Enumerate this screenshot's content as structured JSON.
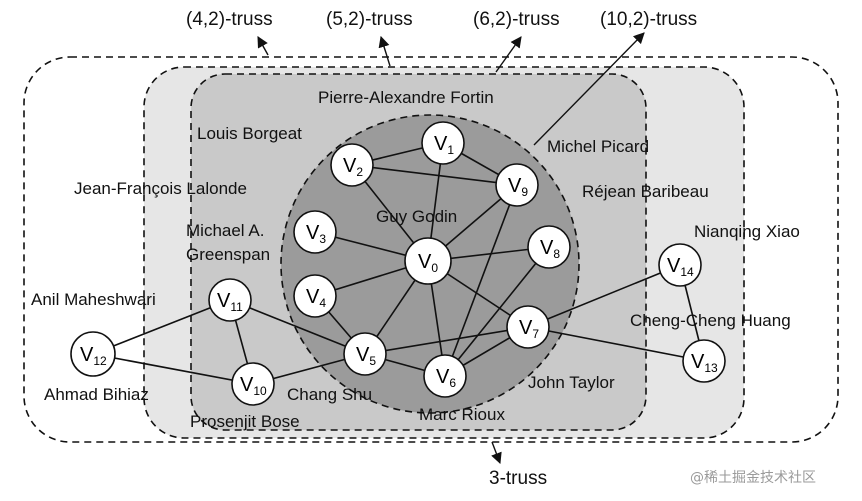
{
  "truss_labels": {
    "t4": "(4,2)-truss",
    "t5": "(5,2)-truss",
    "t6": "(6,2)-truss",
    "t10": "(10,2)-truss",
    "t3": "3-truss"
  },
  "vertices": {
    "v0": "0",
    "v1": "1",
    "v2": "2",
    "v3": "3",
    "v4": "4",
    "v5": "5",
    "v6": "6",
    "v7": "7",
    "v8": "8",
    "v9": "9",
    "v10": "10",
    "v11": "11",
    "v12": "12",
    "v13": "13",
    "v14": "14"
  },
  "vertex_prefix": "V",
  "names": {
    "pierre": "Pierre-Alexandre Fortin",
    "louis": "Louis Borgeat",
    "michel": "Michel  Picard",
    "jean": "Jean-François Lalonde",
    "rejean": "Réjean Baribeau",
    "guy": "Guy Godin",
    "michael1": "Michael A.",
    "michael2": "Greenspan",
    "nianqing": "Nianqing Xiao",
    "anil": "Anil Maheshwari",
    "cheng": "Cheng-Cheng Huang",
    "ahmad": "Ahmad  Bihiaz",
    "chang": "Chang Shu",
    "john": "John Taylor",
    "marc": "Marc Rioux",
    "prosenjit": "Prosenjit Bose"
  },
  "watermark": "@稀土掘金技术社区",
  "colors": {
    "region_3truss": "#ffffff",
    "region_4truss": "#e6e6e6",
    "region_5truss": "#c9c9c9",
    "region_10truss": "#9b9b9b",
    "node_fill": "#ffffff",
    "stroke": "#111111"
  }
}
